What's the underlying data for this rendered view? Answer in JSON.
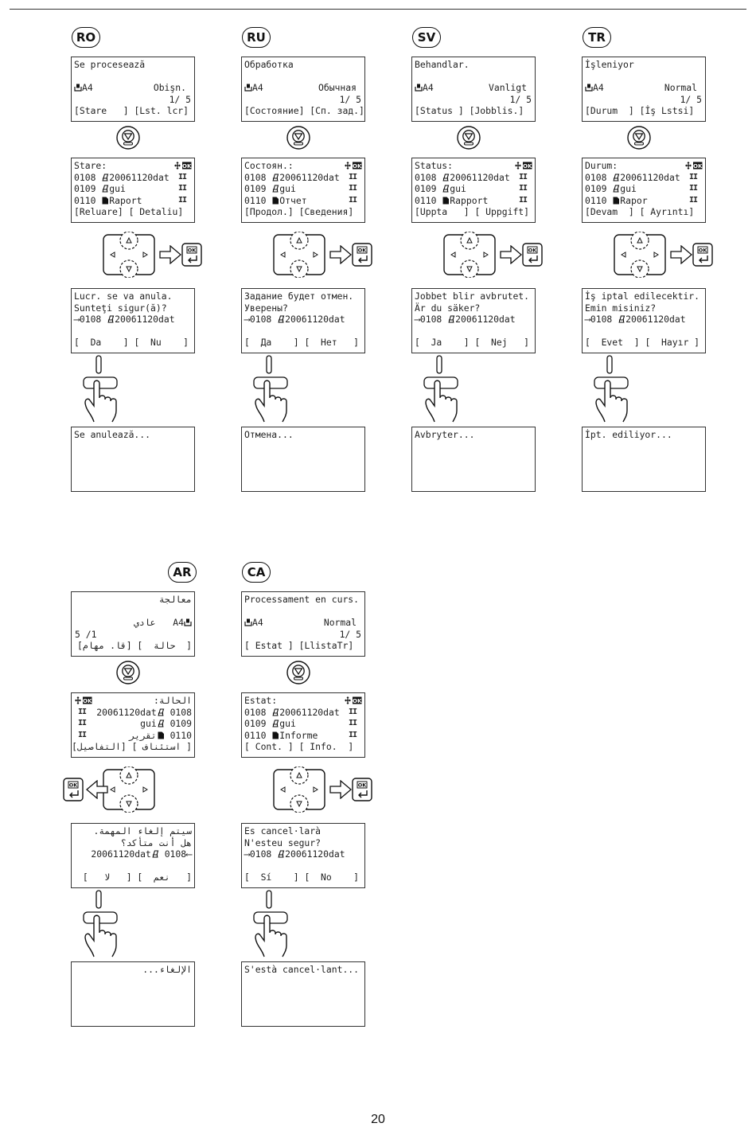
{
  "page_number": "20",
  "icons": {
    "stop": "stop-button-icon",
    "nav": "arrow-keypad-icon",
    "ok": "ok-enter-key-icon",
    "press": "pressing-hand-icon",
    "job": "print-job-icon",
    "report": "report-icon",
    "paper": "paper-tray-icon"
  },
  "languages": [
    {
      "code": "RO",
      "screen1": {
        "title": "Se procesează",
        "paper": "A4",
        "type": "Obişn.",
        "count": "1/ 5",
        "soft1": "[Stare   ]",
        "soft2": "[Lst. lcr]"
      },
      "screen2": {
        "title": "Stare:",
        "rows": [
          {
            "id": "0108",
            "name": "20061120dat"
          },
          {
            "id": "0109",
            "name": "gui"
          },
          {
            "id": "0110",
            "name": "Raport"
          }
        ],
        "soft1": "[Reluare]",
        "soft2": "[ Detaliu]"
      },
      "screen3": {
        "line1": "Lucr. se va anula.",
        "line2": "Sunteţi sigur(ă)?",
        "line3_id": "0108",
        "line3_name": "20061120dat",
        "yes": "[  Da    ]",
        "no": "[  Nu    ]"
      },
      "screen4": {
        "msg": "Se anulează..."
      }
    },
    {
      "code": "RU",
      "screen1": {
        "title": "Обработка",
        "paper": "A4",
        "type": "Обычная",
        "count": "1/ 5",
        "soft1": "[Состояние]",
        "soft2": "[Сп. зад.]"
      },
      "screen2": {
        "title": "Состоян.:",
        "rows": [
          {
            "id": "0108",
            "name": "20061120dat"
          },
          {
            "id": "0109",
            "name": "gui"
          },
          {
            "id": "0110",
            "name": "Отчет"
          }
        ],
        "soft1": "[Продол.]",
        "soft2": "[Сведения]"
      },
      "screen3": {
        "line1": "Задание будет отмен.",
        "line2": "Уверены?",
        "line3_id": "0108",
        "line3_name": "20061120dat",
        "yes": "[  Да    ]",
        "no": "[  Нет   ]"
      },
      "screen4": {
        "msg": "Отмена..."
      }
    },
    {
      "code": "SV",
      "screen1": {
        "title": "Behandlar.",
        "paper": "A4",
        "type": "Vanligt",
        "count": "1/ 5",
        "soft1": "[Status ]",
        "soft2": "[Jobblis.]"
      },
      "screen2": {
        "title": "Status:",
        "rows": [
          {
            "id": "0108",
            "name": "20061120dat"
          },
          {
            "id": "0109",
            "name": "gui"
          },
          {
            "id": "0110",
            "name": "Rapport"
          }
        ],
        "soft1": "[Uppta   ]",
        "soft2": "[ Uppgift]"
      },
      "screen3": {
        "line1": "Jobbet blir avbrutet.",
        "line2": "Är du säker?",
        "line3_id": "0108",
        "line3_name": "20061120dat",
        "yes": "[  Ja    ]",
        "no": "[  Nej   ]"
      },
      "screen4": {
        "msg": "Avbryter..."
      }
    },
    {
      "code": "TR",
      "screen1": {
        "title": "İşleniyor",
        "paper": "A4",
        "type": "Normal",
        "count": "1/ 5",
        "soft1": "[Durum  ]",
        "soft2": "[İş Lstsi]"
      },
      "screen2": {
        "title": "Durum:",
        "rows": [
          {
            "id": "0108",
            "name": "20061120dat"
          },
          {
            "id": "0109",
            "name": "gui"
          },
          {
            "id": "0110",
            "name": "Rapor"
          }
        ],
        "soft1": "[Devam  ]",
        "soft2": "[ Ayrıntı]"
      },
      "screen3": {
        "line1": "İş iptal edilecektir.",
        "line2": "Emin misiniz?",
        "line3_id": "0108",
        "line3_name": "20061120dat",
        "yes": "[  Evet  ]",
        "no": "[  Hayır ]"
      },
      "screen4": {
        "msg": "İpt. ediliyor..."
      }
    },
    {
      "code": "AR",
      "screen1": {
        "title": "معالجة",
        "paper": "A4",
        "type": "عادي",
        "count": "1/ 5",
        "soft1": "[  حالة  ]",
        "soft2": "[قا. مهام]"
      },
      "screen2": {
        "title": "الحالة:",
        "rows": [
          {
            "id": "0108",
            "name": "20061120dat"
          },
          {
            "id": "0109",
            "name": "gui"
          },
          {
            "id": "0110",
            "name": "تقرير"
          }
        ],
        "soft1": "[ استئناف ]",
        "soft2": "[التفاصيل]"
      },
      "screen3": {
        "line1": "سيتم إلغاء المهمة.",
        "line2": "هل أنت متأكد؟",
        "line3_id": "0108",
        "line3_name": "20061120dat",
        "yes": "[   نعم  ]",
        "no": "[   لا   ]"
      },
      "screen4": {
        "msg": "الإلغاء..."
      }
    },
    {
      "code": "CA",
      "screen1": {
        "title": "Processament en curs.",
        "paper": "A4",
        "type": "Normal",
        "count": "1/ 5",
        "soft1": "[ Estat ]",
        "soft2": "[LlistaTr]"
      },
      "screen2": {
        "title": "Estat:",
        "rows": [
          {
            "id": "0108",
            "name": "20061120dat"
          },
          {
            "id": "0109",
            "name": "gui"
          },
          {
            "id": "0110",
            "name": "Informe"
          }
        ],
        "soft1": "[ Cont. ]",
        "soft2": "[ Info.  ]"
      },
      "screen3": {
        "line1": "Es cancel·larà",
        "line2": "N'esteu segur?",
        "line3_id": "0108",
        "line3_name": "20061120dat",
        "yes": "[  Sí    ]",
        "no": "[  No    ]"
      },
      "screen4": {
        "msg": "S'està cancel·lant..."
      }
    }
  ]
}
